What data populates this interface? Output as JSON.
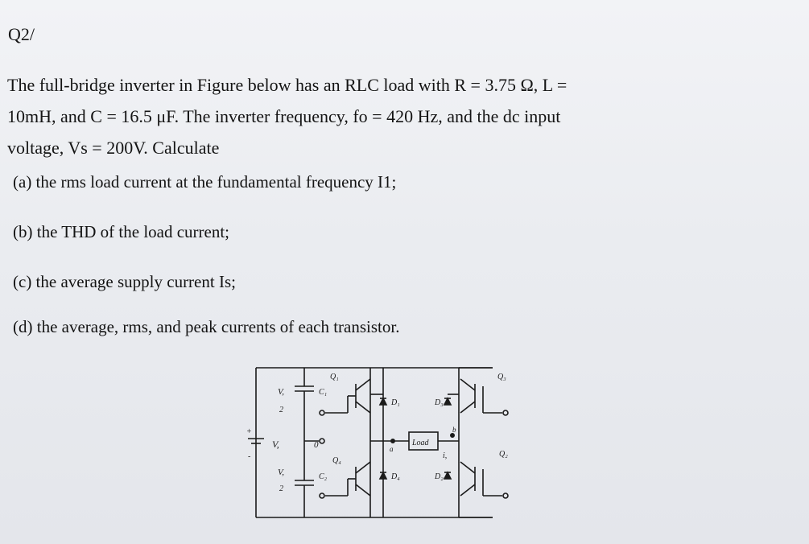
{
  "question": {
    "label": "Q2/",
    "lines": [
      "The full-bridge inverter in Figure below has an RLC load with R = 3.75 Ω, L =",
      "10mH, and C = 16.5 μF. The inverter frequency, fo = 420 Hz, and the dc input",
      "voltage, Vs = 200V. Calculate"
    ],
    "parts": [
      "(a) the rms load current at the fundamental frequency I1;",
      "(b) the THD of the load current;",
      "(c) the average supply current Is;",
      "(d) the average, rms, and peak currents of each transistor."
    ]
  },
  "figure": {
    "load_label": "Load",
    "labels": {
      "q1": "Q₁",
      "q2": "Q₂",
      "q3": "Q₃",
      "q4": "Q₄",
      "d1": "D₁",
      "d2": "D₂",
      "d3": "D₃",
      "d4": "D₄",
      "c1": "C₁",
      "c2": "C₂",
      "vs": "V,",
      "vs_half_top": "V,",
      "vs_half_bottom": "V,",
      "half": "2",
      "plus": "+",
      "minus": "-",
      "node0": "0",
      "node_a": "a",
      "node_b": "b",
      "io": "i,"
    }
  }
}
